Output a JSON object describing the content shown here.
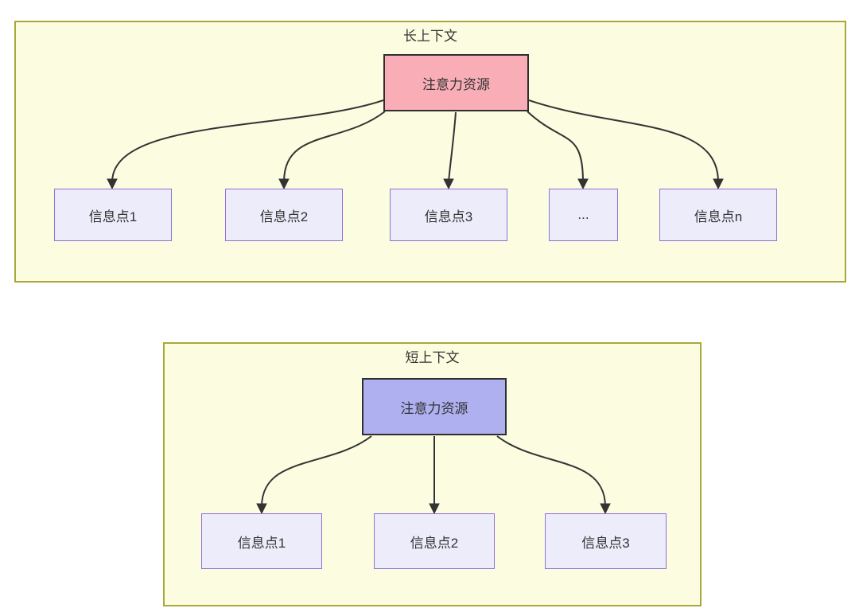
{
  "colors": {
    "page_bg": "#ffffff",
    "panel_fill": "#fcfce0",
    "panel_border": "#a8a83c",
    "attention_long_fill": "#f9aeb7",
    "attention_short_fill": "#aeb0f0",
    "info_fill": "#ececfb",
    "info_border": "#8f6fd8",
    "node_border": "#2f2f2f",
    "edge_color": "#333333",
    "text_color": "#333333"
  },
  "panels": [
    {
      "title": "长上下文",
      "source": {
        "label": "注意力资源"
      },
      "targets": [
        {
          "label": "信息点1"
        },
        {
          "label": "信息点2"
        },
        {
          "label": "信息点3"
        },
        {
          "label": "..."
        },
        {
          "label": "信息点n"
        }
      ]
    },
    {
      "title": "短上下文",
      "source": {
        "label": "注意力资源"
      },
      "targets": [
        {
          "label": "信息点1"
        },
        {
          "label": "信息点2"
        },
        {
          "label": "信息点3"
        }
      ]
    }
  ]
}
